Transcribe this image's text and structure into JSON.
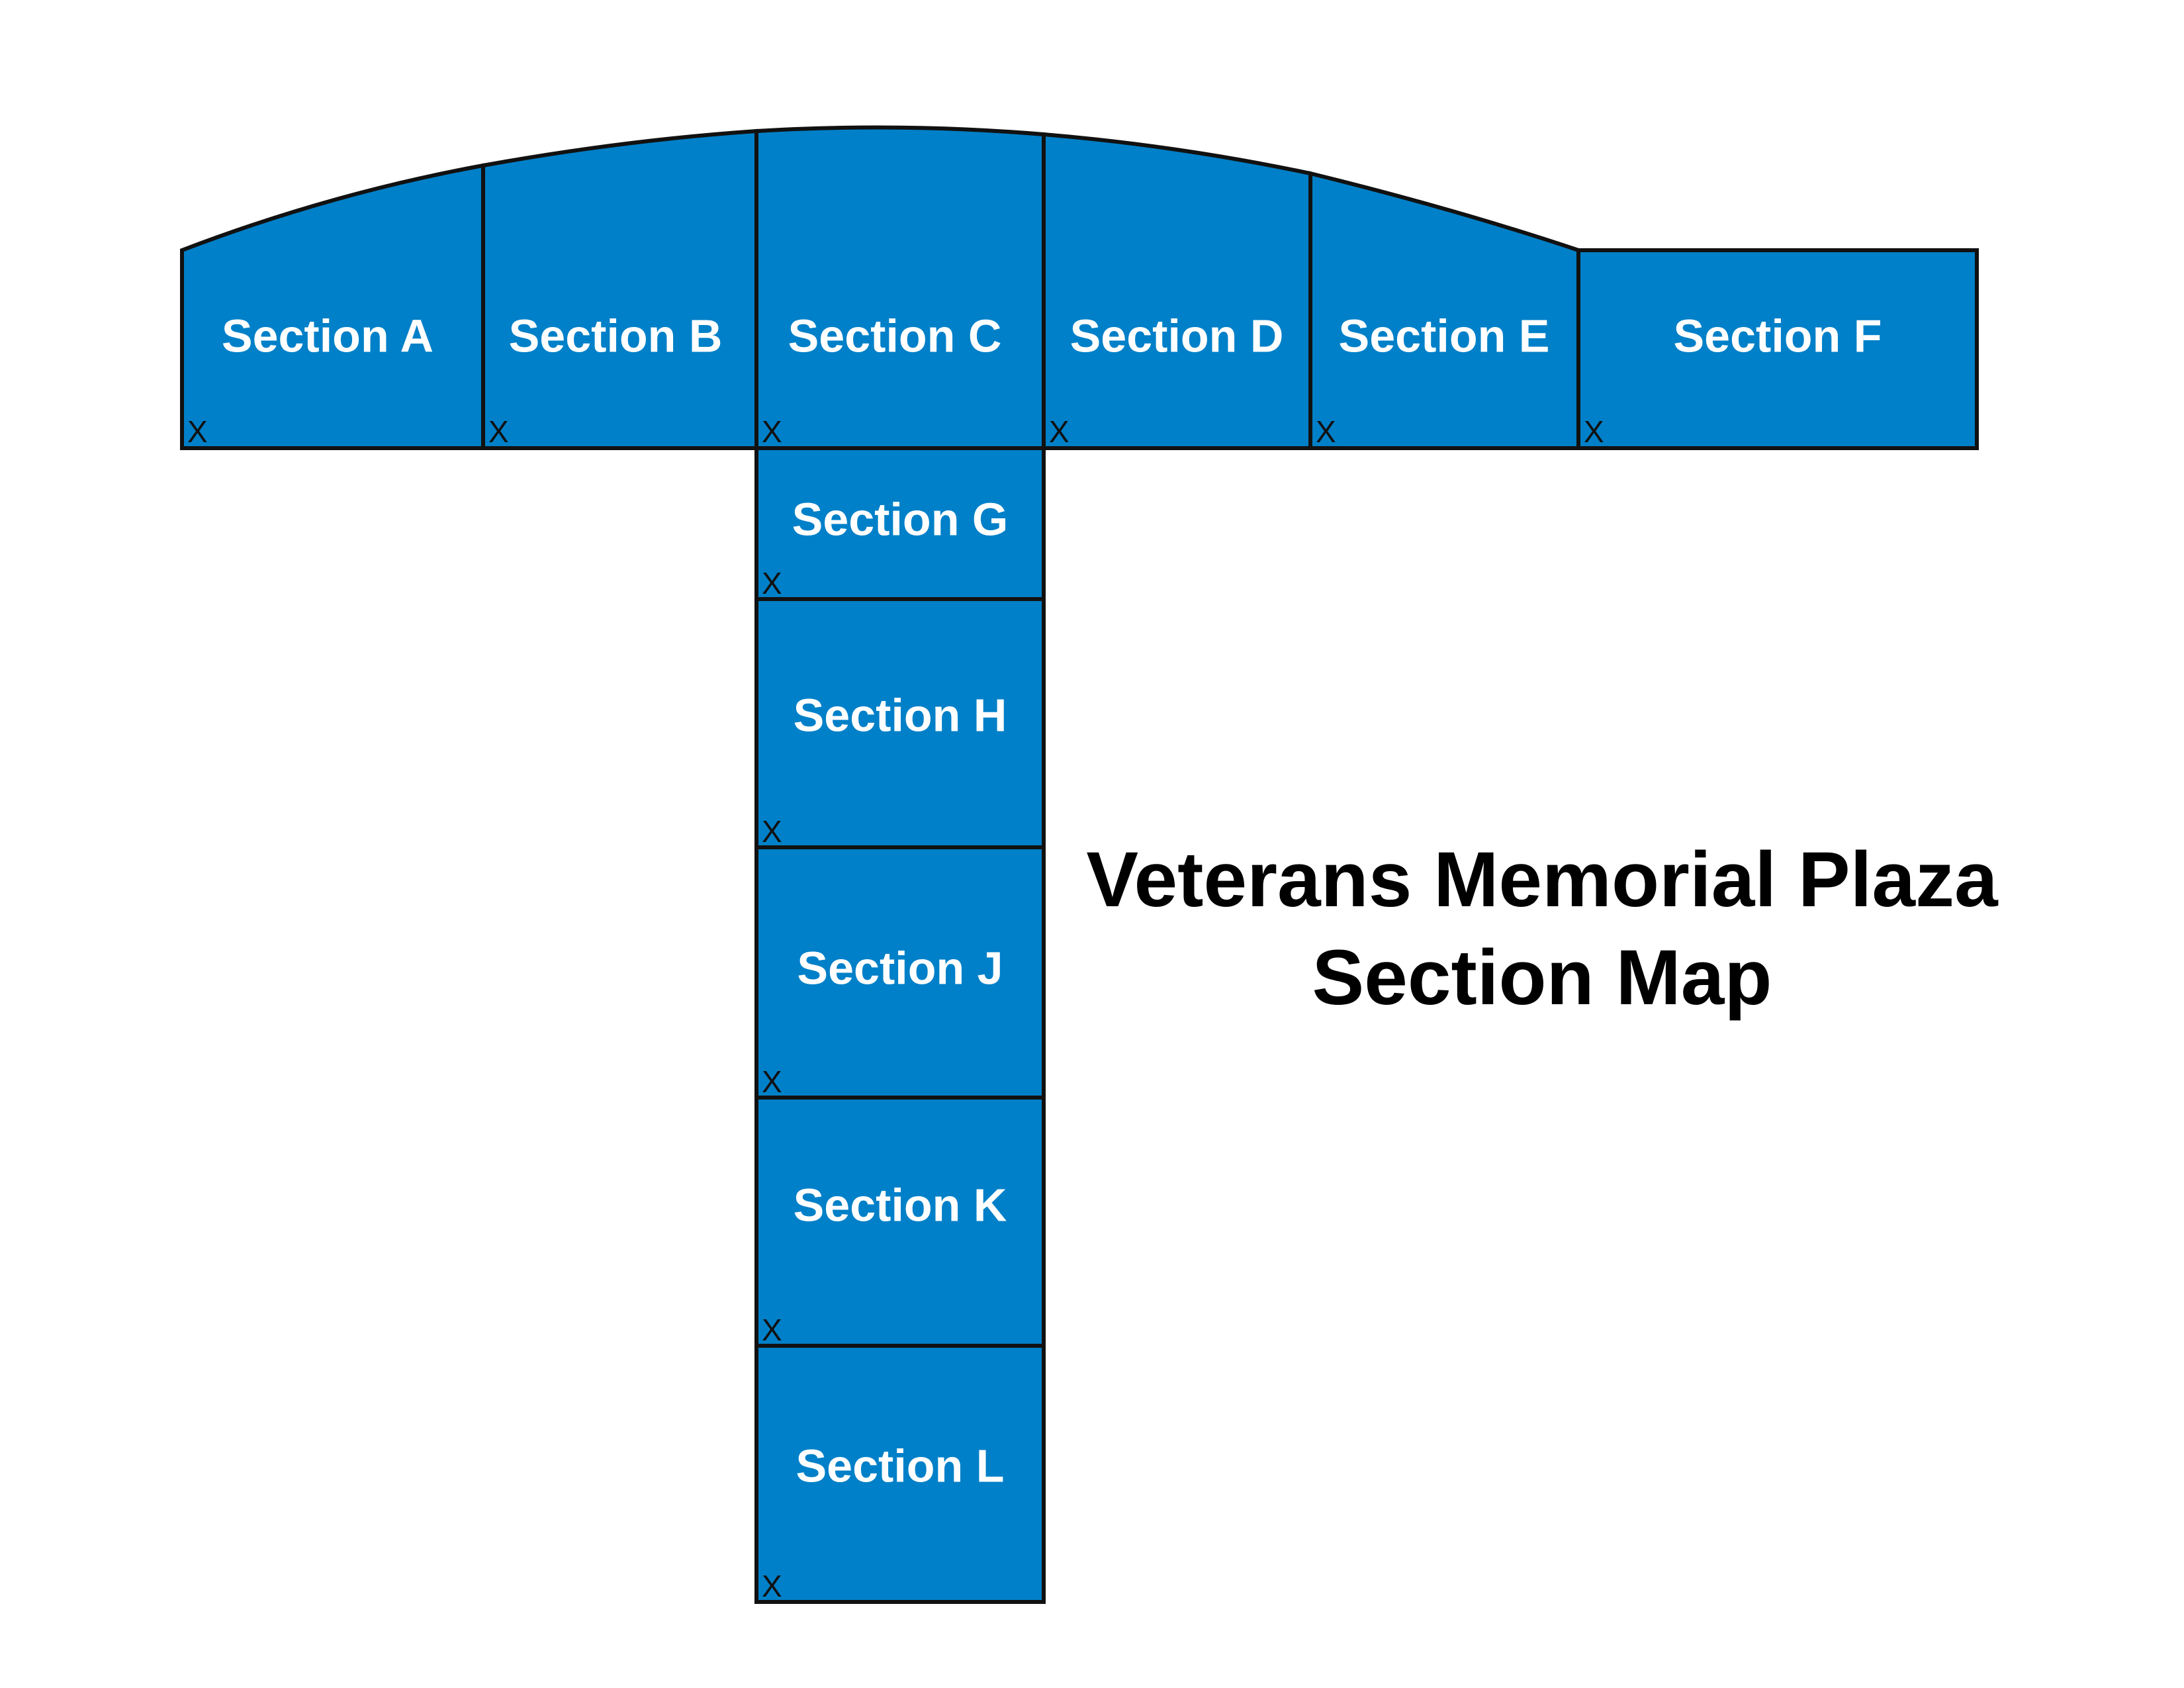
{
  "colors": {
    "section_fill": "#0080c8",
    "section_border": "#111111",
    "section_text": "#ffffff",
    "title_text": "#000000"
  },
  "title": {
    "line1": "Veterans Memorial Plaza",
    "line2": "Section Map"
  },
  "marker": "X",
  "sections": [
    {
      "id": "a",
      "label": "Section A"
    },
    {
      "id": "b",
      "label": "Section B"
    },
    {
      "id": "c",
      "label": "Section C"
    },
    {
      "id": "d",
      "label": "Section D"
    },
    {
      "id": "e",
      "label": "Section E"
    },
    {
      "id": "f",
      "label": "Section F"
    },
    {
      "id": "g",
      "label": "Section G"
    },
    {
      "id": "h",
      "label": "Section H"
    },
    {
      "id": "j",
      "label": "Section J"
    },
    {
      "id": "k",
      "label": "Section K"
    },
    {
      "id": "l",
      "label": "Section L"
    }
  ]
}
